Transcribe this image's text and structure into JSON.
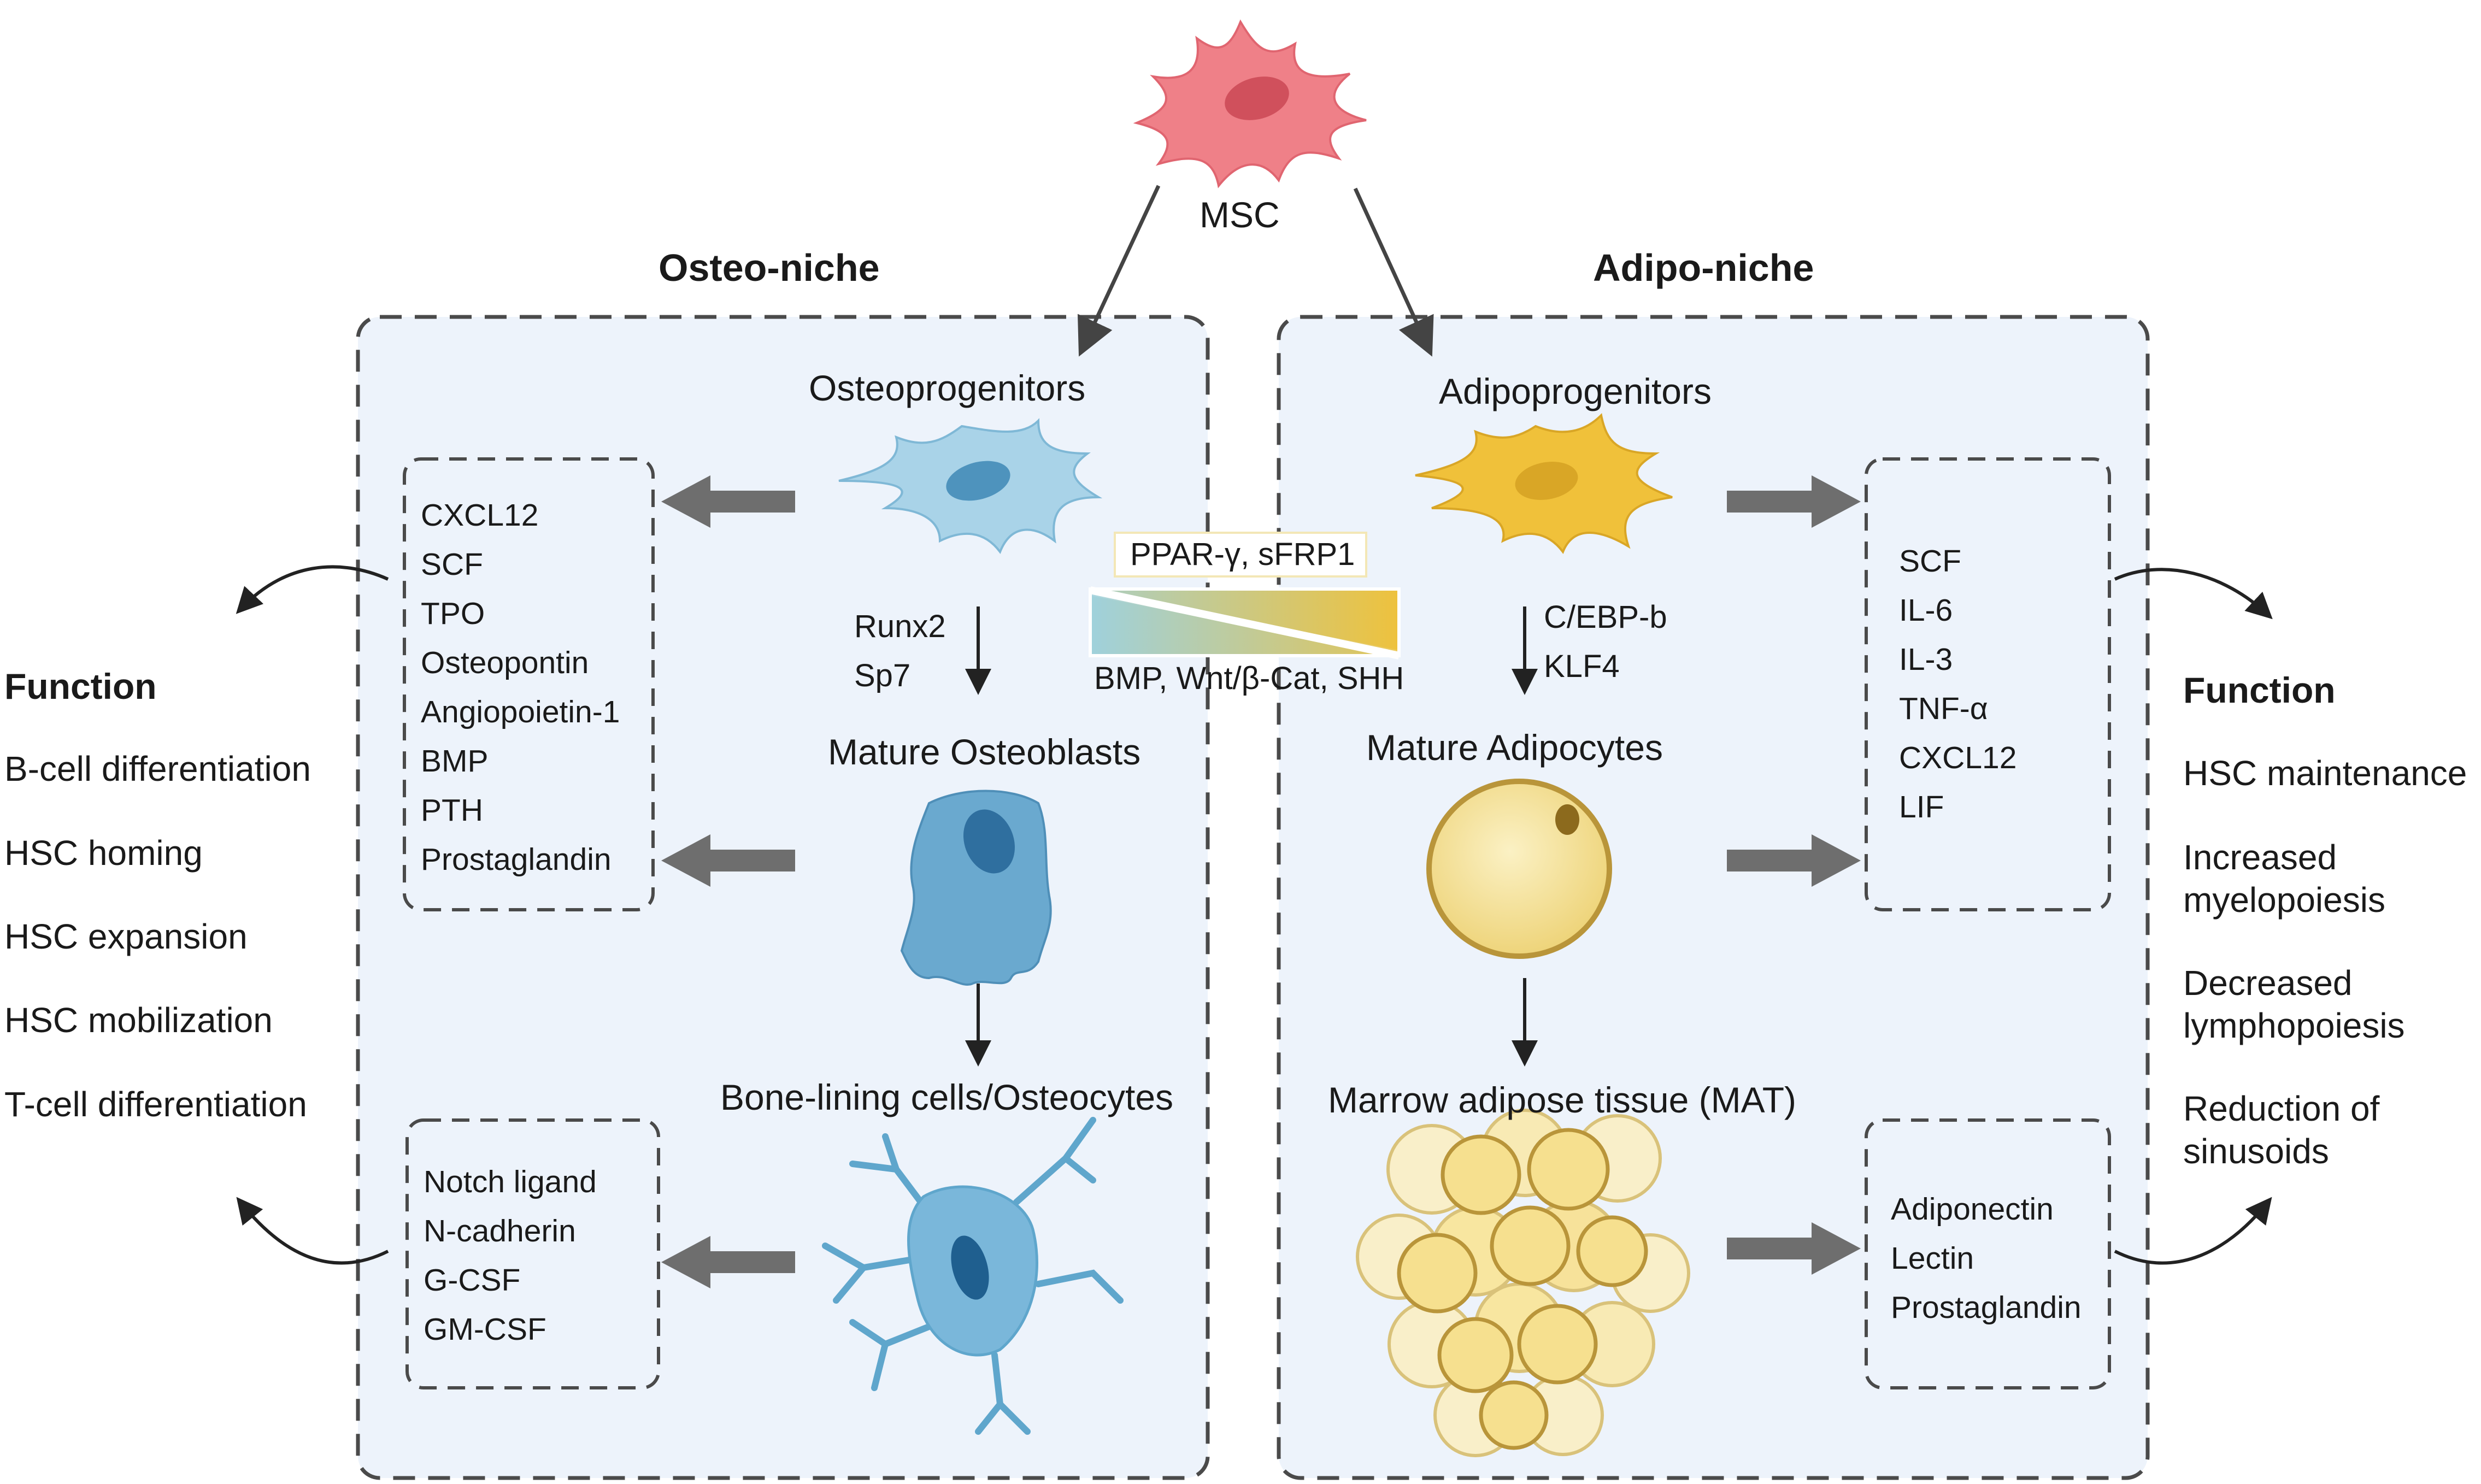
{
  "msc": {
    "label": "MSC"
  },
  "osteo": {
    "title": "Osteo-niche",
    "stages": [
      "Osteoprogenitors",
      "Mature Osteoblasts",
      "Bone-lining cells/Osteocytes"
    ],
    "regulators": [
      "Runx2",
      "Sp7"
    ],
    "factors_top": [
      "CXCL12",
      "SCF",
      "TPO",
      "Osteopontin",
      "Angiopoietin-1",
      "BMP",
      "PTH",
      "Prostaglandin"
    ],
    "factors_bottom": [
      "Notch ligand",
      "N-cadherin",
      "G-CSF",
      "GM-CSF"
    ]
  },
  "adipo": {
    "title": "Adipo-niche",
    "stages": [
      "Adipoprogenitors",
      "Mature Adipocytes",
      "Marrow adipose tissue (MAT)"
    ],
    "regulators": [
      "C/EBP-b",
      "KLF4"
    ],
    "factors_top": [
      "SCF",
      "IL-6",
      "IL-3",
      "TNF-α",
      "CXCL12",
      "LIF"
    ],
    "factors_bottom": [
      "Adiponectin",
      "Lectin",
      "Prostaglandin"
    ]
  },
  "switch": {
    "adipo_signals": "PPAR-γ, sFRP1",
    "osteo_signals": "BMP, Wnt/β-Cat, SHH"
  },
  "function_left": {
    "title": "Function",
    "items": [
      "B-cell differentiation",
      "HSC homing",
      "HSC expansion",
      "HSC mobilization",
      "T-cell differentiation"
    ]
  },
  "function_right": {
    "title": "Function",
    "items": [
      "HSC maintenance",
      "Increased\nmyelopoiesis",
      "Decreased\nlymphopoiesis",
      "Reduction of\nsinusoids"
    ]
  },
  "colors": {
    "msc": "#e86e78",
    "osteo_progenitor": "#a9d3e8",
    "osteoblast": "#6aa9cf",
    "osteocyte": "#5fa6cc",
    "adipo_progenitor": "#f0c13a",
    "adipocyte": "#f6e49a",
    "panel_fill": "#edf3fb",
    "arrow": "#6e6e6e"
  }
}
